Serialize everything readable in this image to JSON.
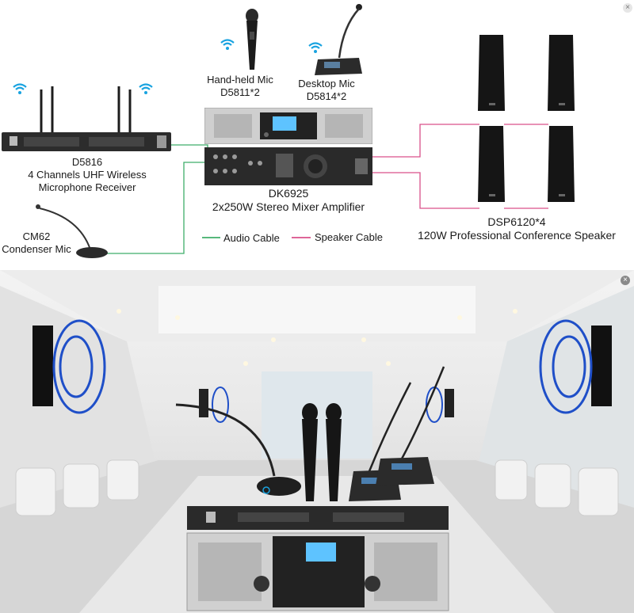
{
  "devices": {
    "handheld_mic": {
      "name": "Hand-held Mic",
      "model": "D5811*2"
    },
    "desktop_mic": {
      "name": "Desktop Mic",
      "model": "D5814*2"
    },
    "receiver": {
      "model": "D5816",
      "desc_line1": "4 Channels UHF Wireless",
      "desc_line2": "Microphone Receiver"
    },
    "amplifier": {
      "model": "DK6925",
      "desc": "2x250W Stereo Mixer Amplifier"
    },
    "condenser_mic": {
      "line1": "CM62",
      "line2": "Condenser Mic"
    },
    "speaker": {
      "model": "DSP6120*4",
      "desc": "120W Professional Conference Speaker"
    }
  },
  "legend": {
    "audio_cable": "Audio Cable",
    "speaker_cable": "Speaker Cable"
  },
  "colors": {
    "audio_cable": "#3fae6a",
    "speaker_cable": "#d9508a",
    "wifi": "#19a3e0",
    "wave": "#1f4fc8"
  },
  "icons": {
    "close": "×"
  }
}
